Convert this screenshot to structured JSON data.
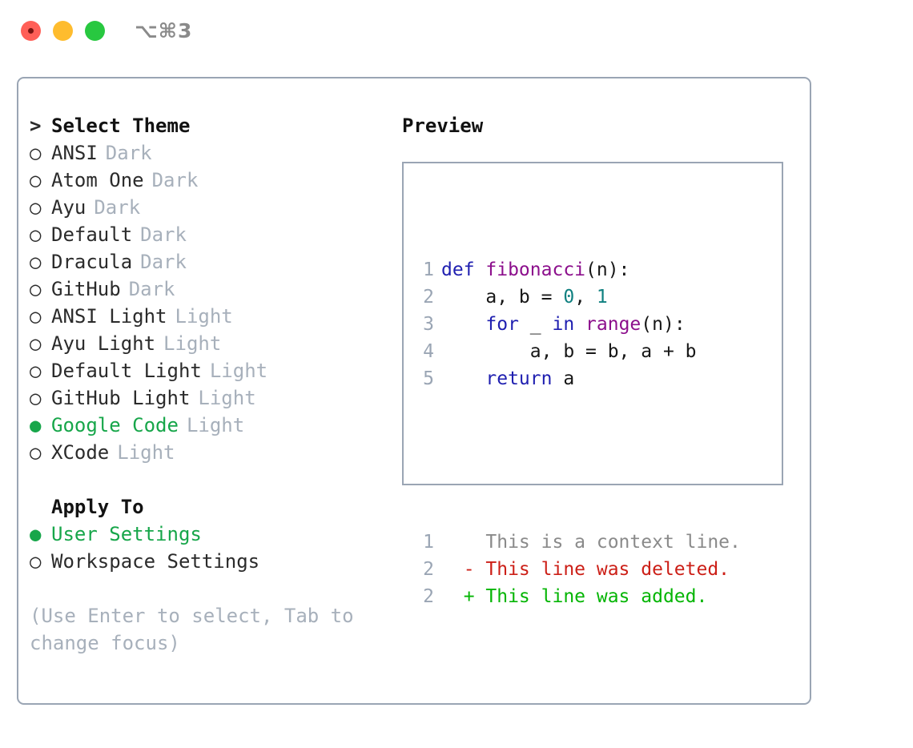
{
  "titlebar": {
    "shortcut": "⌥⌘3",
    "lights": [
      "close",
      "minimize",
      "maximize"
    ]
  },
  "left": {
    "prompt_marker": ">",
    "prompt_title": "Select Theme",
    "bullet_unselected": "○",
    "bullet_selected": "●",
    "themes": [
      {
        "name": "ANSI",
        "category": "Dark",
        "selected": false
      },
      {
        "name": "Atom One",
        "category": "Dark",
        "selected": false
      },
      {
        "name": "Ayu",
        "category": "Dark",
        "selected": false
      },
      {
        "name": "Default",
        "category": "Dark",
        "selected": false
      },
      {
        "name": "Dracula",
        "category": "Dark",
        "selected": false
      },
      {
        "name": "GitHub",
        "category": "Dark",
        "selected": false
      },
      {
        "name": "ANSI Light",
        "category": "Light",
        "selected": false
      },
      {
        "name": "Ayu Light",
        "category": "Light",
        "selected": false
      },
      {
        "name": "Default Light",
        "category": "Light",
        "selected": false
      },
      {
        "name": "GitHub Light",
        "category": "Light",
        "selected": false
      },
      {
        "name": "Google Code",
        "category": "Light",
        "selected": true
      },
      {
        "name": "XCode",
        "category": "Light",
        "selected": false
      }
    ],
    "apply_to_heading": "Apply To",
    "apply_to_options": [
      {
        "name": "User Settings",
        "selected": true
      },
      {
        "name": "Workspace Settings",
        "selected": false
      }
    ],
    "hint": "(Use Enter to select, Tab to change focus)"
  },
  "right": {
    "preview_title": "Preview",
    "code_lines": [
      {
        "no": "1",
        "tokens": [
          {
            "t": "def ",
            "c": "kw"
          },
          {
            "t": "fibonacci",
            "c": "fn"
          },
          {
            "t": "(n):",
            "c": "plain"
          }
        ]
      },
      {
        "no": "2",
        "tokens": [
          {
            "t": "    a, b = ",
            "c": "plain"
          },
          {
            "t": "0",
            "c": "num"
          },
          {
            "t": ", ",
            "c": "plain"
          },
          {
            "t": "1",
            "c": "num"
          }
        ]
      },
      {
        "no": "3",
        "tokens": [
          {
            "t": "    ",
            "c": "plain"
          },
          {
            "t": "for",
            "c": "kw"
          },
          {
            "t": " _ ",
            "c": "plain"
          },
          {
            "t": "in",
            "c": "kw"
          },
          {
            "t": " ",
            "c": "plain"
          },
          {
            "t": "range",
            "c": "fn"
          },
          {
            "t": "(n):",
            "c": "plain"
          }
        ]
      },
      {
        "no": "4",
        "tokens": [
          {
            "t": "        a, b = b, a + b",
            "c": "plain"
          }
        ]
      },
      {
        "no": "5",
        "tokens": [
          {
            "t": "    ",
            "c": "plain"
          },
          {
            "t": "return",
            "c": "kw"
          },
          {
            "t": " a",
            "c": "plain"
          }
        ]
      }
    ],
    "diff_lines": [
      {
        "no": "1",
        "marker": " ",
        "text": " This is a context line.",
        "kind": "ctx"
      },
      {
        "no": "2",
        "marker": "-",
        "text": " This line was deleted.",
        "kind": "del"
      },
      {
        "no": "2",
        "marker": "+",
        "text": " This line was added.",
        "kind": "add"
      }
    ]
  },
  "colors": {
    "selected_green": "#17a64a",
    "muted_gray": "#a7b0bb",
    "border": "#9aa5b4",
    "keyword_blue": "#1f1fb0",
    "function_magenta": "#8c0f8c",
    "number_teal": "#0f8080",
    "diff_add_green": "#04b504",
    "diff_del_red": "#cc1f17",
    "light_red": "#ff5f57",
    "light_yellow": "#febc2e",
    "light_green": "#28c840"
  }
}
